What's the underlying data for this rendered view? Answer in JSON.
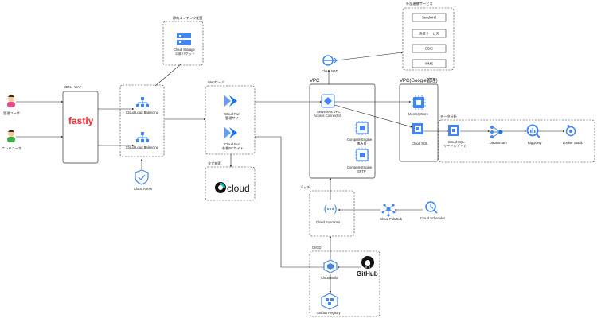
{
  "nodes": {
    "admin_user": "管理ユーザ",
    "end_user": "エンドユーザ",
    "cdn_group": "CDN、WAF",
    "fastly": "fastly",
    "lb1": "Cloud Load Balancing",
    "lb2": "Cloud Load Balancing",
    "cloud_armor": "Cloud Armor",
    "static_group": "静的コンテンツ配置",
    "cloud_storage_l1": "Cloud Storage",
    "cloud_storage_l2": "公開バケット",
    "web_group": "Webサーバ",
    "run1_l1": "Cloud Run",
    "run1_l2": "管理サイト",
    "run2_l1": "Cloud Run",
    "run2_l2": "各種ECサイト",
    "search_group": "全文検索",
    "elastic_cloud": "cloud",
    "vpc_group": "VPC",
    "vpc_connector_l1": "Serverless VPC",
    "vpc_connector_l2": "Access Connector",
    "gce1_l1": "Compute Engine",
    "gce1_l2": "踏み台",
    "gce2_l1": "Compute Engine",
    "gce2_l2": "SFTP",
    "cloud_nat": "Cloud NAT",
    "external_group": "外部連携サービス",
    "external_services": [
      "SendGrid",
      "決済サービス",
      "OBIC",
      "WMS"
    ],
    "vpc_google_group": "VPC(Google管理)",
    "memorystore": "MemoryStore",
    "cloud_sql": "Cloud SQL",
    "analytics_group": "データ分析",
    "sql_replica_l1": "Cloud SQL",
    "sql_replica_l2": "リードレプリカ",
    "datastream": "Datastream",
    "bigquery": "BigQuery",
    "looker": "Looker Studio",
    "batch_group": "バッチ",
    "cloud_functions": "Cloud Functions",
    "pubsub": "Cloud Pub/Sub",
    "scheduler": "Cloud Scheduler",
    "cicd_group": "CI/CD",
    "cloud_build": "Cloud Build",
    "github": "GitHub",
    "artifact_registry": "Artifact Registry"
  },
  "colors": {
    "google_blue": "#4285f4",
    "fastly_red": "#ff282d",
    "user_head": "#f5c89a",
    "admin_body": "#e84a8a",
    "end_user_body": "#3fae49"
  }
}
